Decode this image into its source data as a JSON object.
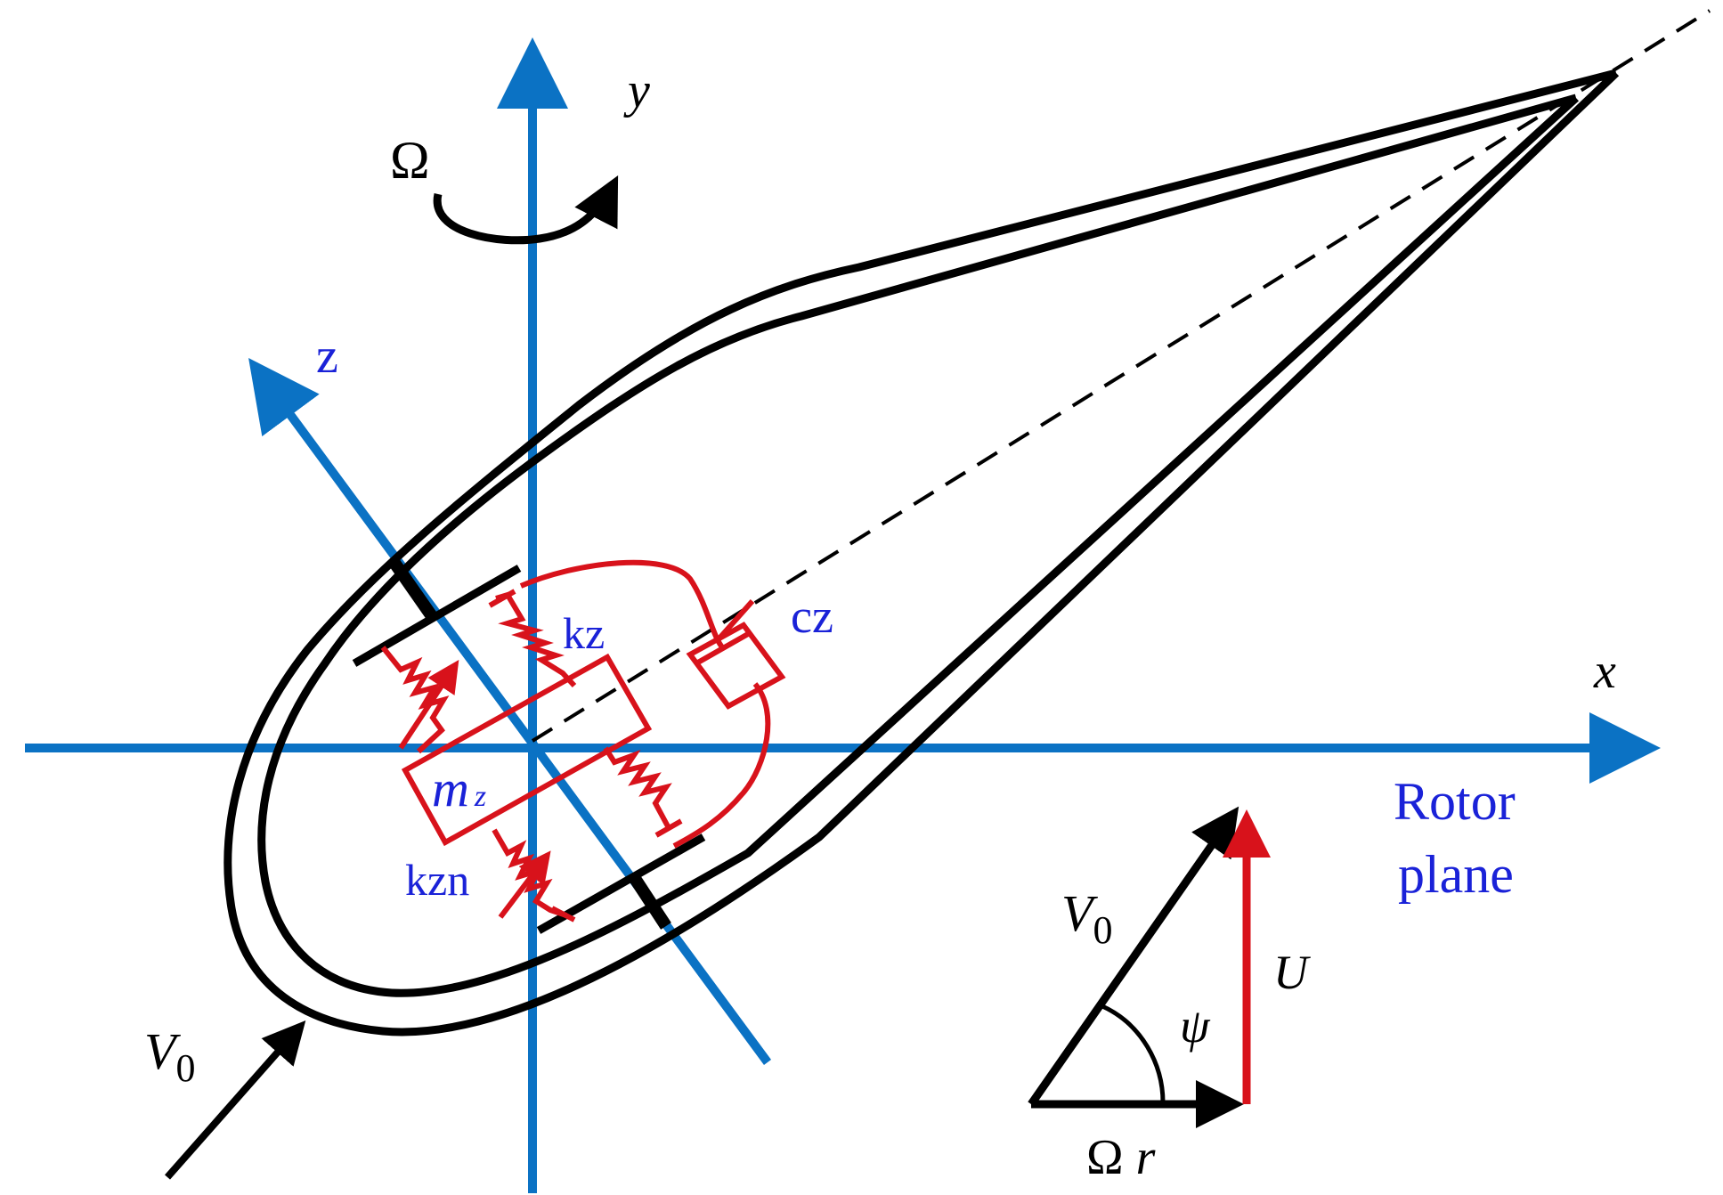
{
  "labels": {
    "y_axis": "y",
    "x_axis": "x",
    "z_axis": "z",
    "omega": "Ω",
    "kz": "kz",
    "cz": "cz",
    "mz": "m",
    "mz_sub": "z",
    "kzn": "kzn",
    "v0_blade": "V",
    "v0_blade_sub": "0",
    "rotor_plane_line1": "Rotor",
    "rotor_plane_line2": "plane",
    "v0_triangle": "V",
    "v0_triangle_sub": "0",
    "u": "U",
    "psi": "ψ",
    "omega_r_symbol": "Ω",
    "omega_r_var": "r"
  },
  "colors": {
    "axis_blue": "#0b72c4",
    "label_blue": "#1a22d8",
    "spring_red": "#d8121b",
    "outline_black": "#000000"
  },
  "icons": {
    "rotation": "curved-arrow",
    "springs": "zigzag-spring",
    "damper": "dashpot"
  }
}
